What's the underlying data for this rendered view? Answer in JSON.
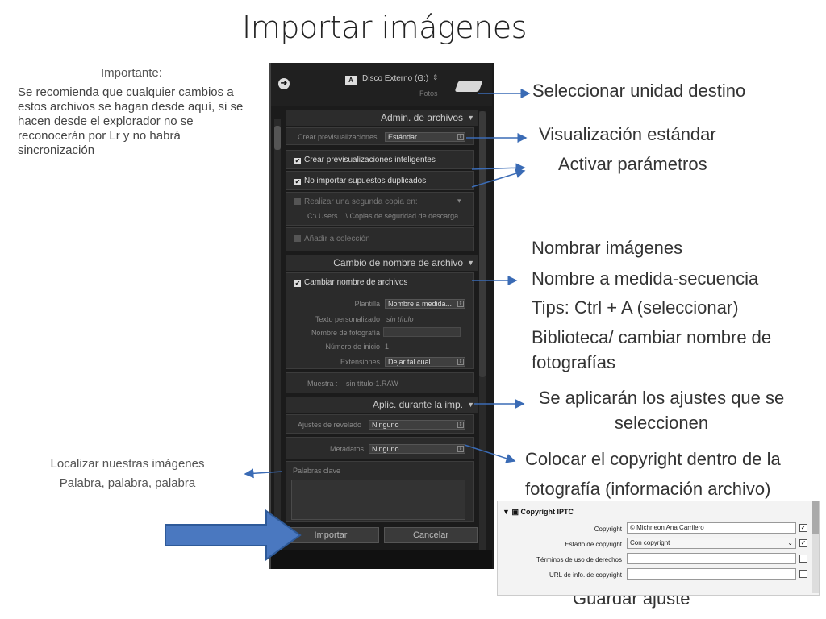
{
  "title": "Importar imágenes",
  "important": {
    "heading": "Importante:",
    "text": "Se recomienda que cualquier cambios a estos archivos se hagan desde aquí, si se hacen desde el explorador no se reconocerán por Lr y no habrá sincronización"
  },
  "annotations": {
    "select_drive": "Seleccionar unidad destino",
    "standard_view": "Visualización estándar",
    "activate_params": "Activar parámetros",
    "name_images": "Nombrar imágenes",
    "custom_name": "Nombre a medida-secuencia",
    "tips": "Tips: Ctrl + A (seleccionar)",
    "library_line1": "Biblioteca/ cambiar nombre de",
    "library_line2": "fotografías",
    "apply_line1": "Se aplicarán los ajustes que se",
    "apply_line2": "seleccionen",
    "copyright_line1": "Colocar el copyright dentro de la",
    "copyright_line2": "fotografía (información archivo)",
    "save_setting": "Guardar ajuste",
    "locate_line1": "Localizar nuestras imágenes",
    "locate_line2": "Palabra, palabra, palabra"
  },
  "panel": {
    "drive_badge": "A",
    "drive_name": "Disco Externo (G:)",
    "drive_sub": "Fotos",
    "file_handling": {
      "header": "Admin. de archivos",
      "previews_label": "Crear previsualizaciones",
      "previews_value": "Estándar",
      "smart_previews": "Crear previsualizaciones inteligentes",
      "no_duplicates": "No importar supuestos duplicados",
      "second_copy": "Realizar una segunda copia en:",
      "second_copy_path": "C:\\ Users ...\\ Copias de seguridad de descarga",
      "add_collection": "Añadir a colección"
    },
    "rename": {
      "header": "Cambio de nombre de archivo",
      "rename_files": "Cambiar nombre de archivos",
      "template_label": "Plantilla",
      "template_value": "Nombre a medida...",
      "custom_text_label": "Texto personalizado",
      "custom_text_value": "sin título",
      "shoot_name_label": "Nombre de fotografía",
      "start_number_label": "Número de inicio",
      "start_number_value": "1",
      "extensions_label": "Extensiones",
      "extensions_value": "Dejar tal cual",
      "sample_label": "Muestra :",
      "sample_value": "sin título-1.RAW"
    },
    "apply": {
      "header": "Aplic. durante la imp.",
      "develop_label": "Ajustes de revelado",
      "develop_value": "Ninguno",
      "metadata_label": "Metadatos",
      "metadata_value": "Ninguno",
      "keywords_label": "Palabras clave"
    },
    "import_button": "Importar",
    "cancel_button": "Cancelar"
  },
  "iptc": {
    "header": "Copyright IPTC",
    "copyright_label": "Copyright",
    "copyright_value": "© Michneon Ana Carrilero",
    "status_label": "Estado de copyright",
    "status_value": "Con copyright",
    "terms_label": "Términos de uso de derechos",
    "url_label": "URL de info. de copyright"
  },
  "colors": {
    "arrow_blue": "#3a6bb5",
    "big_arrow_fill": "#4a78c0",
    "big_arrow_stroke": "#2e5a99",
    "panel_bg": "#1b1b1b"
  }
}
